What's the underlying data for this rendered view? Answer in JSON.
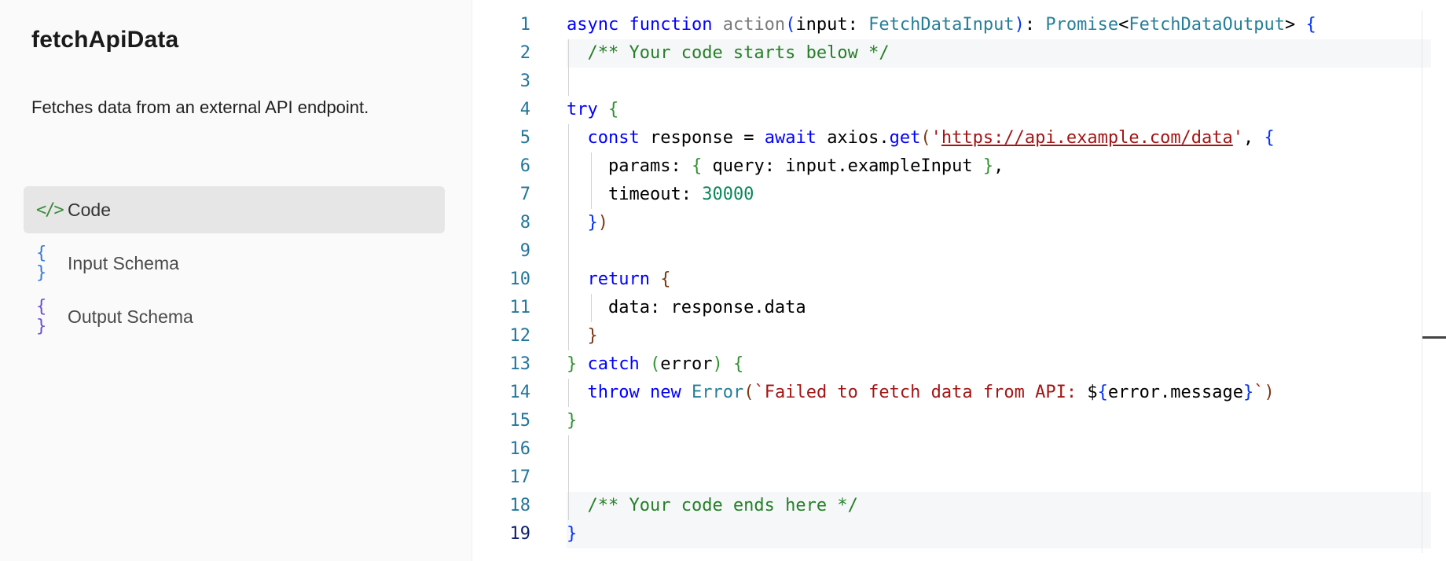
{
  "sidebar": {
    "title": "fetchApiData",
    "description": "Fetches data from an external API endpoint.",
    "nav": [
      {
        "icon": "code-icon",
        "glyph": "</>",
        "label": "Code",
        "active": true
      },
      {
        "icon": "braces-icon",
        "glyph": "{ }",
        "label": "Input Schema",
        "active": false
      },
      {
        "icon": "braces-icon",
        "glyph": "{ }",
        "label": "Output Schema",
        "active": false
      }
    ]
  },
  "editor": {
    "line_numbers": [
      "1",
      "2",
      "3",
      "4",
      "5",
      "6",
      "7",
      "8",
      "9",
      "10",
      "11",
      "12",
      "13",
      "14",
      "15",
      "16",
      "17",
      "18",
      "19"
    ],
    "current_line": "19",
    "code": {
      "l1": {
        "async": "async",
        "function": "function",
        "name": "action",
        "param": "input",
        "ptype": "FetchDataInput",
        "promise": "Promise",
        "otype": "FetchDataOutput"
      },
      "l2": "/** Your code starts below */",
      "l4": {
        "try": "try"
      },
      "l5": {
        "const": "const",
        "var": "response",
        "await": "await",
        "obj": "axios",
        "method": "get",
        "url": "https://api.example.com/data"
      },
      "l6": {
        "key": "params",
        "qkey": "query",
        "qval": "input.exampleInput"
      },
      "l7": {
        "key": "timeout",
        "val": "30000"
      },
      "l10": {
        "return": "return"
      },
      "l11": {
        "key": "data",
        "val": "response.data"
      },
      "l13": {
        "catch": "catch",
        "err": "error"
      },
      "l14": {
        "throw": "throw",
        "new": "new",
        "cls": "Error",
        "msg": "Failed to fetch data from API: ",
        "expr": "error.message"
      },
      "l18": "/** Your code ends here */"
    }
  },
  "colors": {
    "keyword": "#0000ff",
    "type": "#267f99",
    "comment": "#267f26",
    "string": "#a31515",
    "number": "#098658",
    "line_number": "#23779c",
    "active_nav_bg": "#e6e6e6"
  }
}
